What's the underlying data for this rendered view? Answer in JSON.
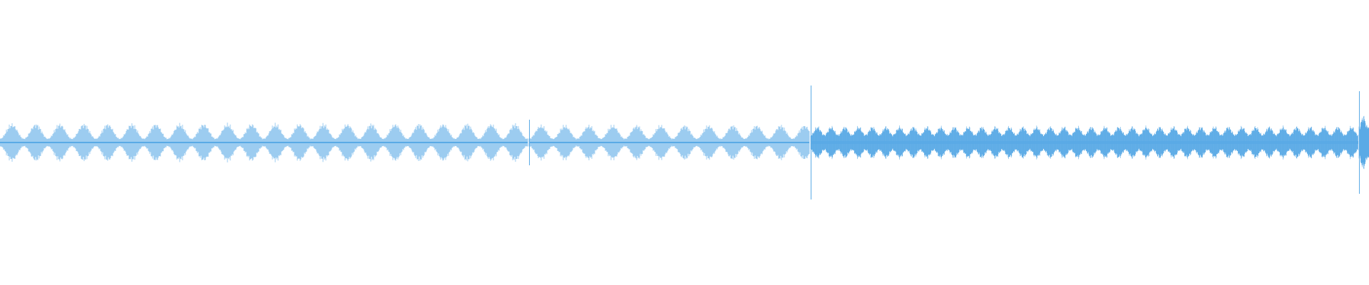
{
  "waveform": {
    "color": "#5aaae6",
    "segments": [
      {
        "envelope_period_s": 0.28,
        "peak_amplitude": 0.14,
        "base_amplitude": 0.03,
        "carrier_density": 1.0
      },
      {
        "envelope_period_s": 0.28,
        "peak_amplitude": 0.13,
        "base_amplitude": 0.03,
        "carrier_density": 1.0
      },
      {
        "envelope_period_s": 0.16,
        "peak_amplitude": 0.12,
        "base_amplitude": 0.06,
        "carrier_density": 1.6
      },
      {
        "envelope_period_s": 0.1,
        "peak_amplitude": 0.2,
        "base_amplitude": 0.12,
        "carrier_density": 2.0
      }
    ],
    "transients": [
      {
        "segment_index": 1,
        "amplitude": 0.16
      },
      {
        "segment_index": 2,
        "amplitude": 0.4
      },
      {
        "segment_index": 3,
        "amplitude": 0.36
      }
    ]
  }
}
